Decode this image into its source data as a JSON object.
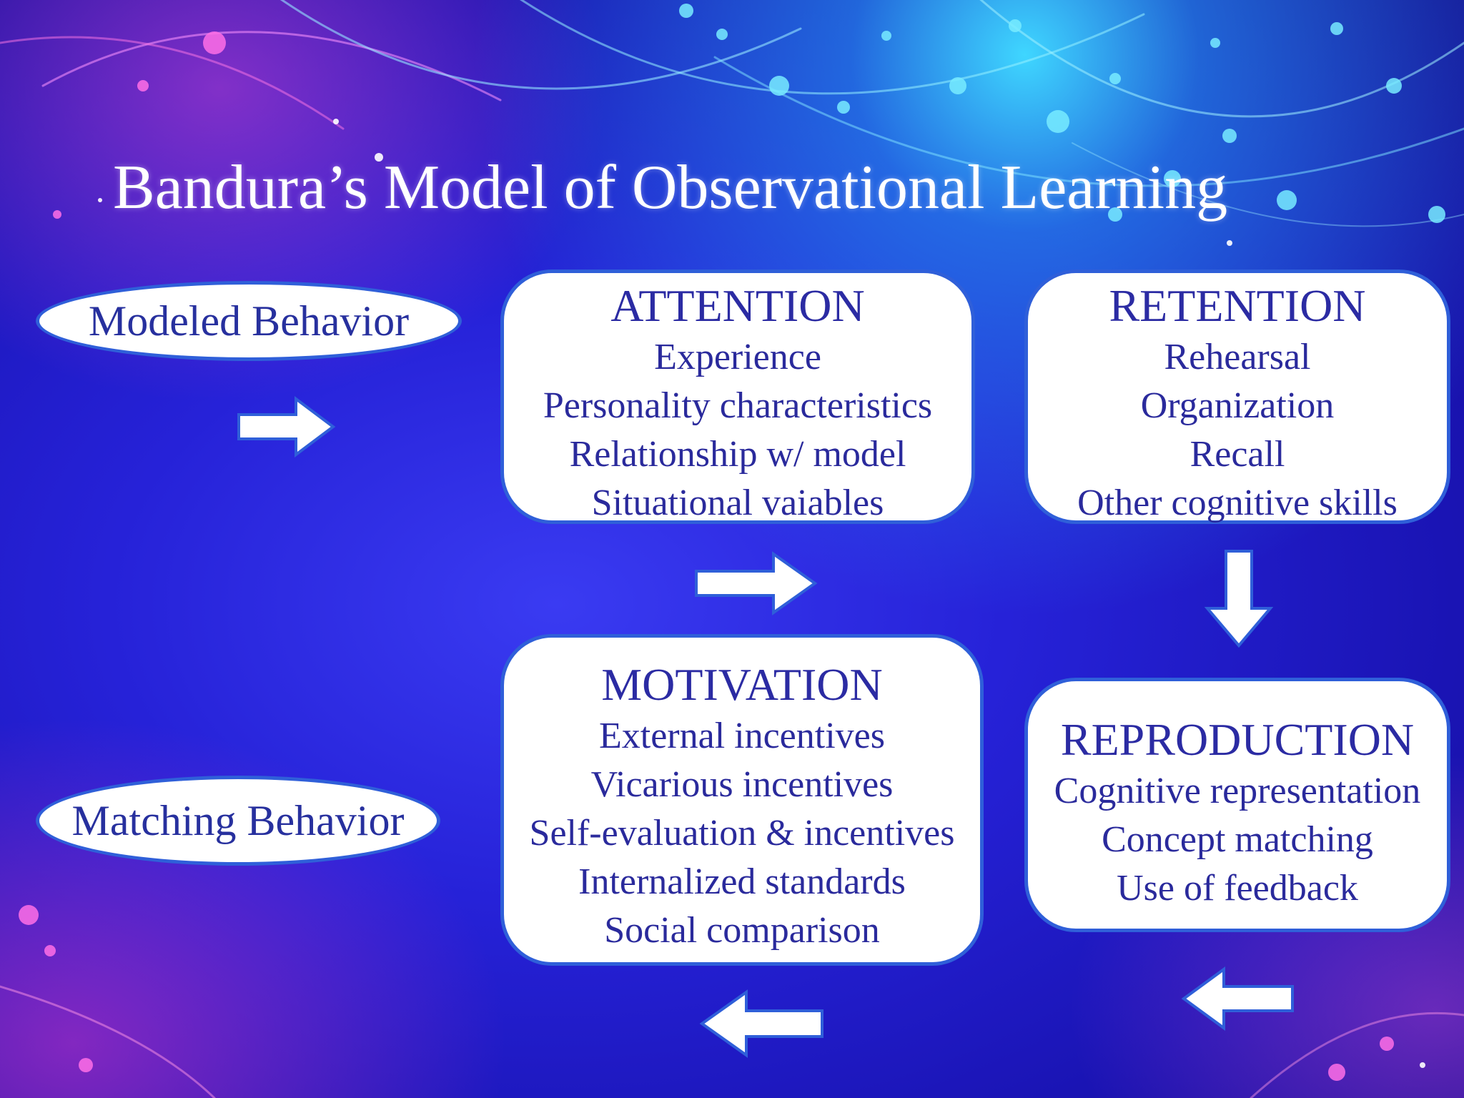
{
  "title": "Bandura’s Model of Observational Learning",
  "left_labels": {
    "modeled": "Modeled Behavior",
    "matching": "Matching Behavior"
  },
  "boxes": {
    "attention": {
      "heading": "ATTENTION",
      "items": [
        "Experience",
        "Personality characteristics",
        "Relationship w/ model",
        "Situational vaiables"
      ]
    },
    "retention": {
      "heading": "RETENTION",
      "items": [
        "Rehearsal",
        "Organization",
        "Recall",
        "Other cognitive skills"
      ]
    },
    "motivation": {
      "heading": "MOTIVATION",
      "items": [
        "External incentives",
        "Vicarious incentives",
        "Self-evaluation & incentives",
        "Internalized standards",
        "Social comparison"
      ]
    },
    "reproduction": {
      "heading": "REPRODUCTION",
      "items": [
        "Cognitive representation",
        "Concept matching",
        "Use of feedback"
      ]
    }
  },
  "colors": {
    "box_border": "#2f5fd9",
    "text": "#2a2a9c",
    "arrow_fill": "#ffffff",
    "background": "#2622d8"
  }
}
